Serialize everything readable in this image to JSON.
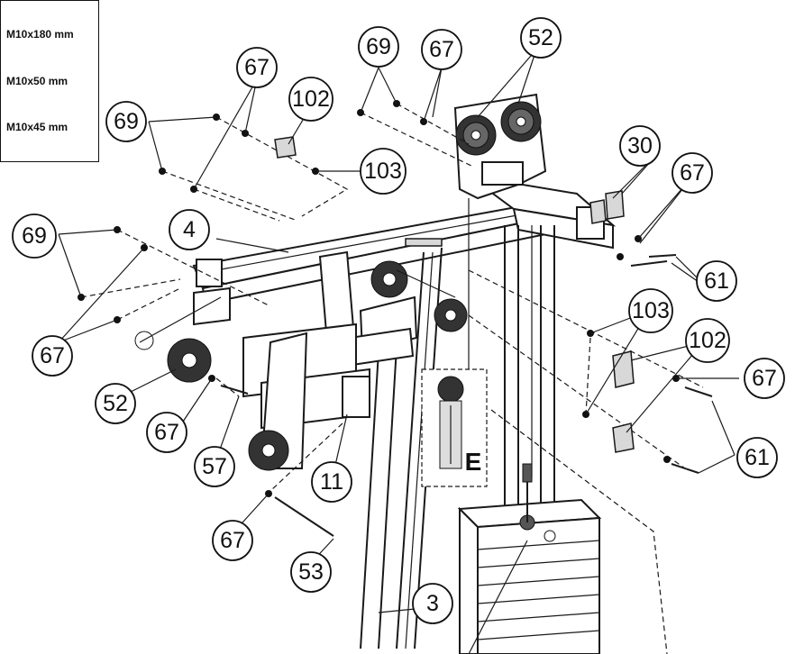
{
  "legend": {
    "items": [
      "M10x180 mm",
      "M10x50 mm",
      "M10x45 mm"
    ]
  },
  "detail_label": "E",
  "parts": {
    "p69_a": "69",
    "p67_a": "67",
    "p52_a": "52",
    "p67_b": "67",
    "p102_a": "102",
    "p69_b": "69",
    "p103_a": "103",
    "p30": "30",
    "p67_c": "67",
    "p69_c": "69",
    "p4": "4",
    "p61_a": "61",
    "p103_b": "103",
    "p102_b": "102",
    "p67_d": "67",
    "p67_e": "67",
    "p52_b": "52",
    "p67_f": "67",
    "p57": "57",
    "p11": "11",
    "p61_b": "61",
    "p67_g": "67",
    "p53": "53",
    "p3": "3"
  }
}
